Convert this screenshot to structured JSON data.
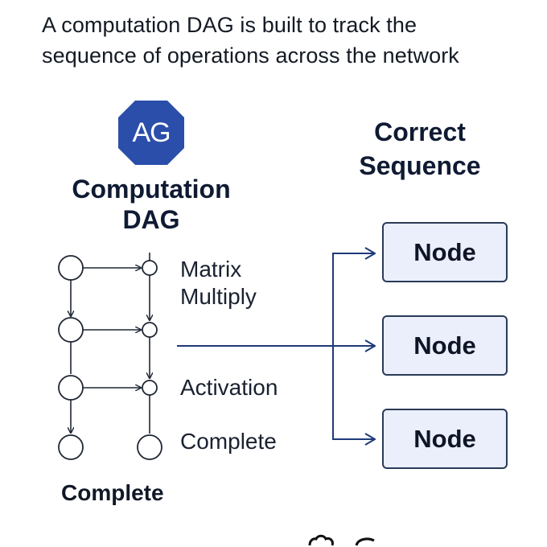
{
  "header": {
    "line1": "A computation DAG is built to track the",
    "line2": "sequence of operations across the network"
  },
  "badge": {
    "text": "AG",
    "color": "#2a4eaa"
  },
  "dag_title": {
    "line1": "Computation",
    "line2": "DAG"
  },
  "sequence_title": {
    "line1": "Correct",
    "line2": "Sequence"
  },
  "steps": {
    "matrix_line1": "Matrix",
    "matrix_line2": "Multiply",
    "activation": "Activation",
    "complete": "Complete"
  },
  "nodes": [
    {
      "label": "Node"
    },
    {
      "label": "Node"
    },
    {
      "label": "Node"
    }
  ],
  "bottom_label": "Complete",
  "colors": {
    "arrow_blue": "#1f3a7a",
    "node_fill": "#eaeffb",
    "node_border": "#2b3a57",
    "graph_stroke": "#1f2633"
  },
  "icons": {
    "footer": "cloud-icon"
  }
}
